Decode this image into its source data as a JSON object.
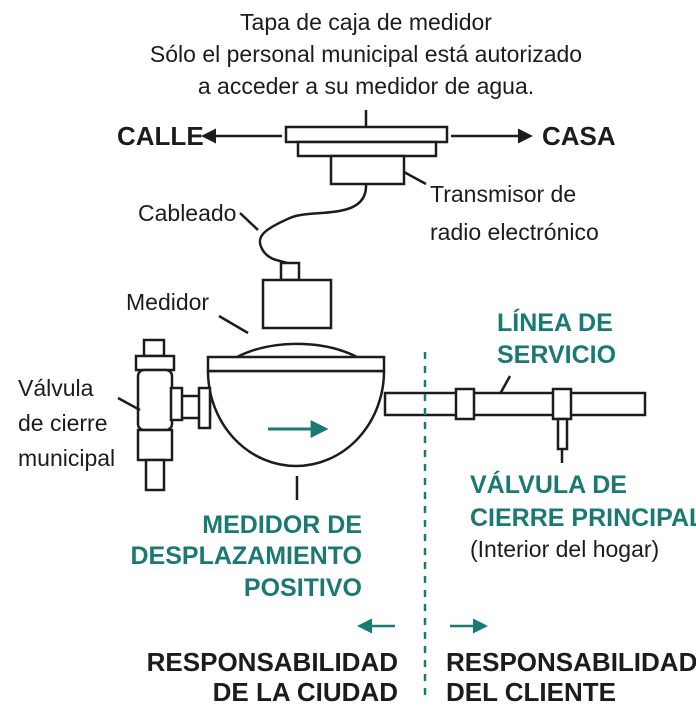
{
  "meter_box_lid": {
    "line1": "Tapa de caja de medidor",
    "line2": "Sólo el personal municipal está autorizado",
    "line3": "a acceder a su medidor de agua."
  },
  "direction": {
    "street": "CALLE",
    "house": "CASA"
  },
  "transmitter": {
    "line1": "Transmisor de",
    "line2": "radio electrónico"
  },
  "wiring": "Cableado",
  "meter": "Medidor",
  "municipal_valve": {
    "line1": "Válvula",
    "line2": "de cierre",
    "line3": "municipal"
  },
  "service_line": {
    "line1": "LÍNEA DE",
    "line2": "SERVICIO"
  },
  "main_valve": {
    "line1": "VÁLVULA DE",
    "line2": "CIERRE PRINCIPAL",
    "line3": "(Interior del hogar)"
  },
  "pd_meter": {
    "line1": "MEDIDOR DE",
    "line2": "DESPLAZAMIENTO",
    "line3": "POSITIVO"
  },
  "city_responsibility": {
    "line1": "RESPONSABILIDAD",
    "line2": "DE LA CIUDAD"
  },
  "customer_responsibility": {
    "line1": "RESPONSABILIDAD",
    "line2": "DEL CLIENTE"
  },
  "colors": {
    "accent": "#1a7a73",
    "ink": "#1c1c1c"
  }
}
